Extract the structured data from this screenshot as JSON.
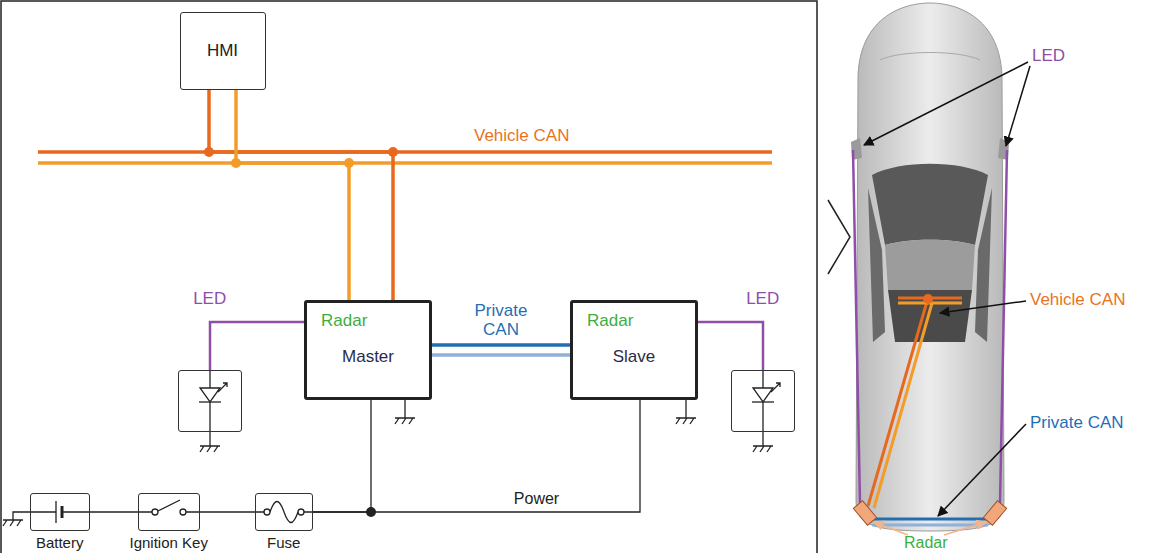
{
  "diagram": {
    "nodes": [
      {
        "text": [
          "HMI"
        ]
      },
      {
        "text": [
          "LED"
        ]
      },
      {
        "text": [
          "Radar",
          "Master"
        ]
      },
      {
        "text": [
          "Radar",
          "Slave"
        ]
      },
      {
        "text": [
          "LED"
        ]
      },
      {
        "text": [
          "Battery"
        ]
      },
      {
        "text": [
          "Ignition Key"
        ]
      },
      {
        "text": [
          "Fuse"
        ]
      }
    ],
    "edges": [
      {
        "from": 0,
        "to": 2,
        "arrow": "none",
        "label": "Vehicle CAN"
      },
      {
        "from": 2,
        "to": 1,
        "arrow": "none"
      },
      {
        "from": 2,
        "to": 3,
        "arrow": "none",
        "label": "Private CAN"
      },
      {
        "from": 3,
        "to": 4,
        "arrow": "none"
      },
      {
        "from": 5,
        "to": 6,
        "arrow": "none"
      },
      {
        "from": 6,
        "to": 7,
        "arrow": "none"
      },
      {
        "from": 7,
        "to": 2,
        "arrow": "none"
      },
      {
        "from": 7,
        "to": 3,
        "arrow": "none",
        "label": "Power"
      }
    ],
    "labels": [
      "LED",
      "Vehicle CAN",
      "Private CAN",
      "Radar"
    ]
  }
}
